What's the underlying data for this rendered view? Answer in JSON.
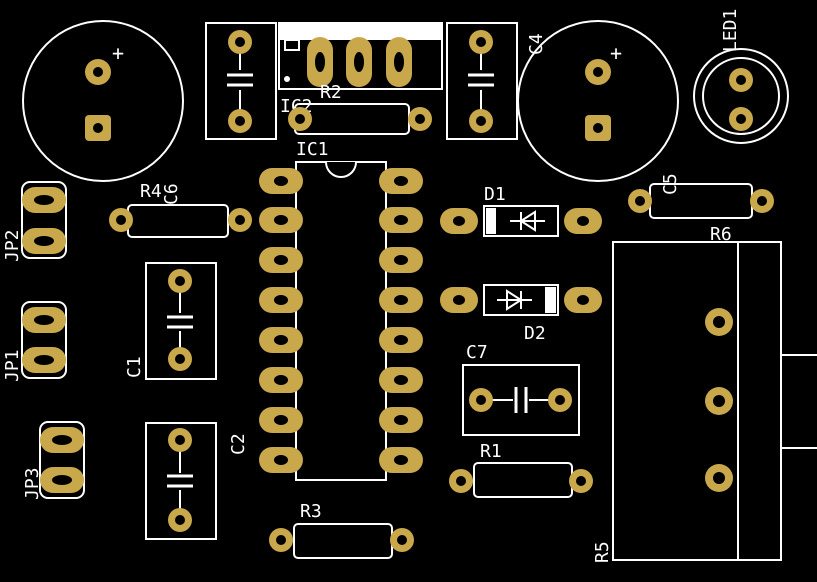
{
  "colors": {
    "board": "#000000",
    "silkscreen": "#ffffff",
    "copper": "#c8a84b",
    "hole": "#000000"
  },
  "labels": {
    "led": "LED1",
    "c4": "C4",
    "r2": "R2",
    "ic2": "IC2",
    "ic1": "IC1",
    "r4": "R4",
    "c6": "C6",
    "d1": "D1",
    "d2": "D2",
    "c5": "C5",
    "r6": "R6",
    "jp2": "JP2",
    "jp1": "JP1",
    "jp3": "JP3",
    "c1": "C1",
    "c2": "C2",
    "c7": "C7",
    "r1": "R1",
    "r3": "R3",
    "r5": "R5"
  },
  "polarity": {
    "plus": "+"
  }
}
